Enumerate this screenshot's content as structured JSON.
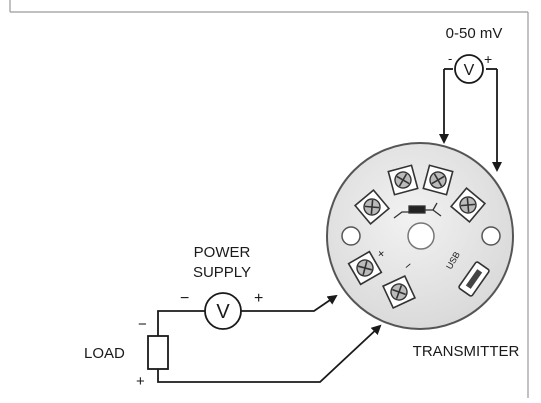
{
  "diagram": {
    "voltmeter_range_label": "0-50 mV",
    "voltmeter_top": {
      "symbol": "V",
      "minus": "-",
      "plus": "+"
    },
    "power_supply": {
      "line1": "POWER",
      "line2": "SUPPLY",
      "symbol": "V",
      "minus": "−",
      "plus": "+"
    },
    "load": {
      "label": "LOAD",
      "minus": "−",
      "plus": "+"
    },
    "transmitter": {
      "label": "TRANSMITTER",
      "usb_label": "USB",
      "plus_mark": "+",
      "minus_mark": "−"
    }
  },
  "colors": {
    "line": "#1a1a1a",
    "disc_fill": "#e4e4e4",
    "disc_stroke": "#555555",
    "frame": "#9a9a9a"
  }
}
